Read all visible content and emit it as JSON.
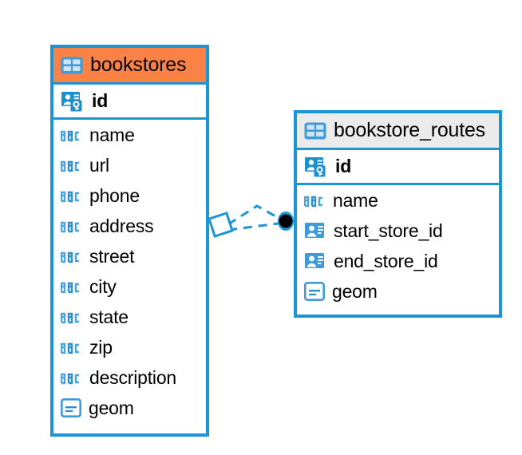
{
  "diagram": {
    "type": "entity-relationship-diagram",
    "background_color": "#ffffff",
    "accent_color": "#1b95d4",
    "entities": [
      {
        "name": "bookstores",
        "header_color": "#fa8246",
        "icon": "table-icon",
        "fields": [
          {
            "label": "id",
            "icon": "primary-key-icon",
            "type": "primary-key"
          },
          {
            "label": "name",
            "icon": "abc-text-icon",
            "type": "text"
          },
          {
            "label": "url",
            "icon": "abc-text-icon",
            "type": "text"
          },
          {
            "label": "phone",
            "icon": "abc-text-icon",
            "type": "text"
          },
          {
            "label": "address",
            "icon": "abc-text-icon",
            "type": "text"
          },
          {
            "label": "street",
            "icon": "abc-text-icon",
            "type": "text"
          },
          {
            "label": "city",
            "icon": "abc-text-icon",
            "type": "text"
          },
          {
            "label": "state",
            "icon": "abc-text-icon",
            "type": "text"
          },
          {
            "label": "zip",
            "icon": "abc-text-icon",
            "type": "text"
          },
          {
            "label": "description",
            "icon": "abc-text-icon",
            "type": "text"
          },
          {
            "label": "geom",
            "icon": "geometry-icon",
            "type": "geometry"
          }
        ]
      },
      {
        "name": "bookstore_routes",
        "header_color": "#ebebeb",
        "icon": "table-icon",
        "fields": [
          {
            "label": "id",
            "icon": "primary-key-icon",
            "type": "primary-key"
          },
          {
            "label": "name",
            "icon": "abc-text-icon",
            "type": "text"
          },
          {
            "label": "start_store_id",
            "icon": "foreign-key-icon",
            "type": "foreign-key"
          },
          {
            "label": "end_store_id",
            "icon": "foreign-key-icon",
            "type": "foreign-key"
          },
          {
            "label": "geom",
            "icon": "geometry-icon",
            "type": "geometry"
          }
        ]
      }
    ],
    "relationships": [
      {
        "from_entity": "bookstores",
        "to_entity": "bookstore_routes",
        "line_style": "dashed",
        "line_color": "#1b95d4",
        "source_marker": "diamond-outline",
        "target_marker": "filled-circle",
        "target_marker_color": "#000000"
      }
    ]
  }
}
